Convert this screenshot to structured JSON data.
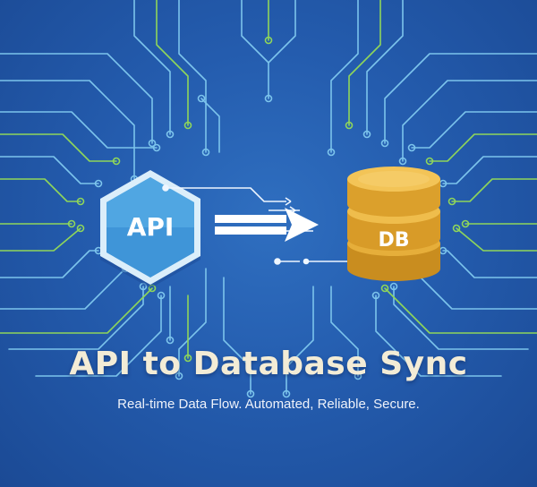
{
  "hero": {
    "api_label": "API",
    "db_label": "DB",
    "title": "API to Database Sync",
    "subtitle": "Real-time Data Flow. Automated, Reliable, Secure."
  },
  "colors": {
    "background": "#245cae",
    "trace_blue": "#7cc4ec",
    "trace_green": "#8fd65a",
    "hex_fill": "#4aa4e0",
    "hex_border": "#d8eefa",
    "db_gold": "#e6ae3a",
    "title_text": "#f3ecd6"
  }
}
